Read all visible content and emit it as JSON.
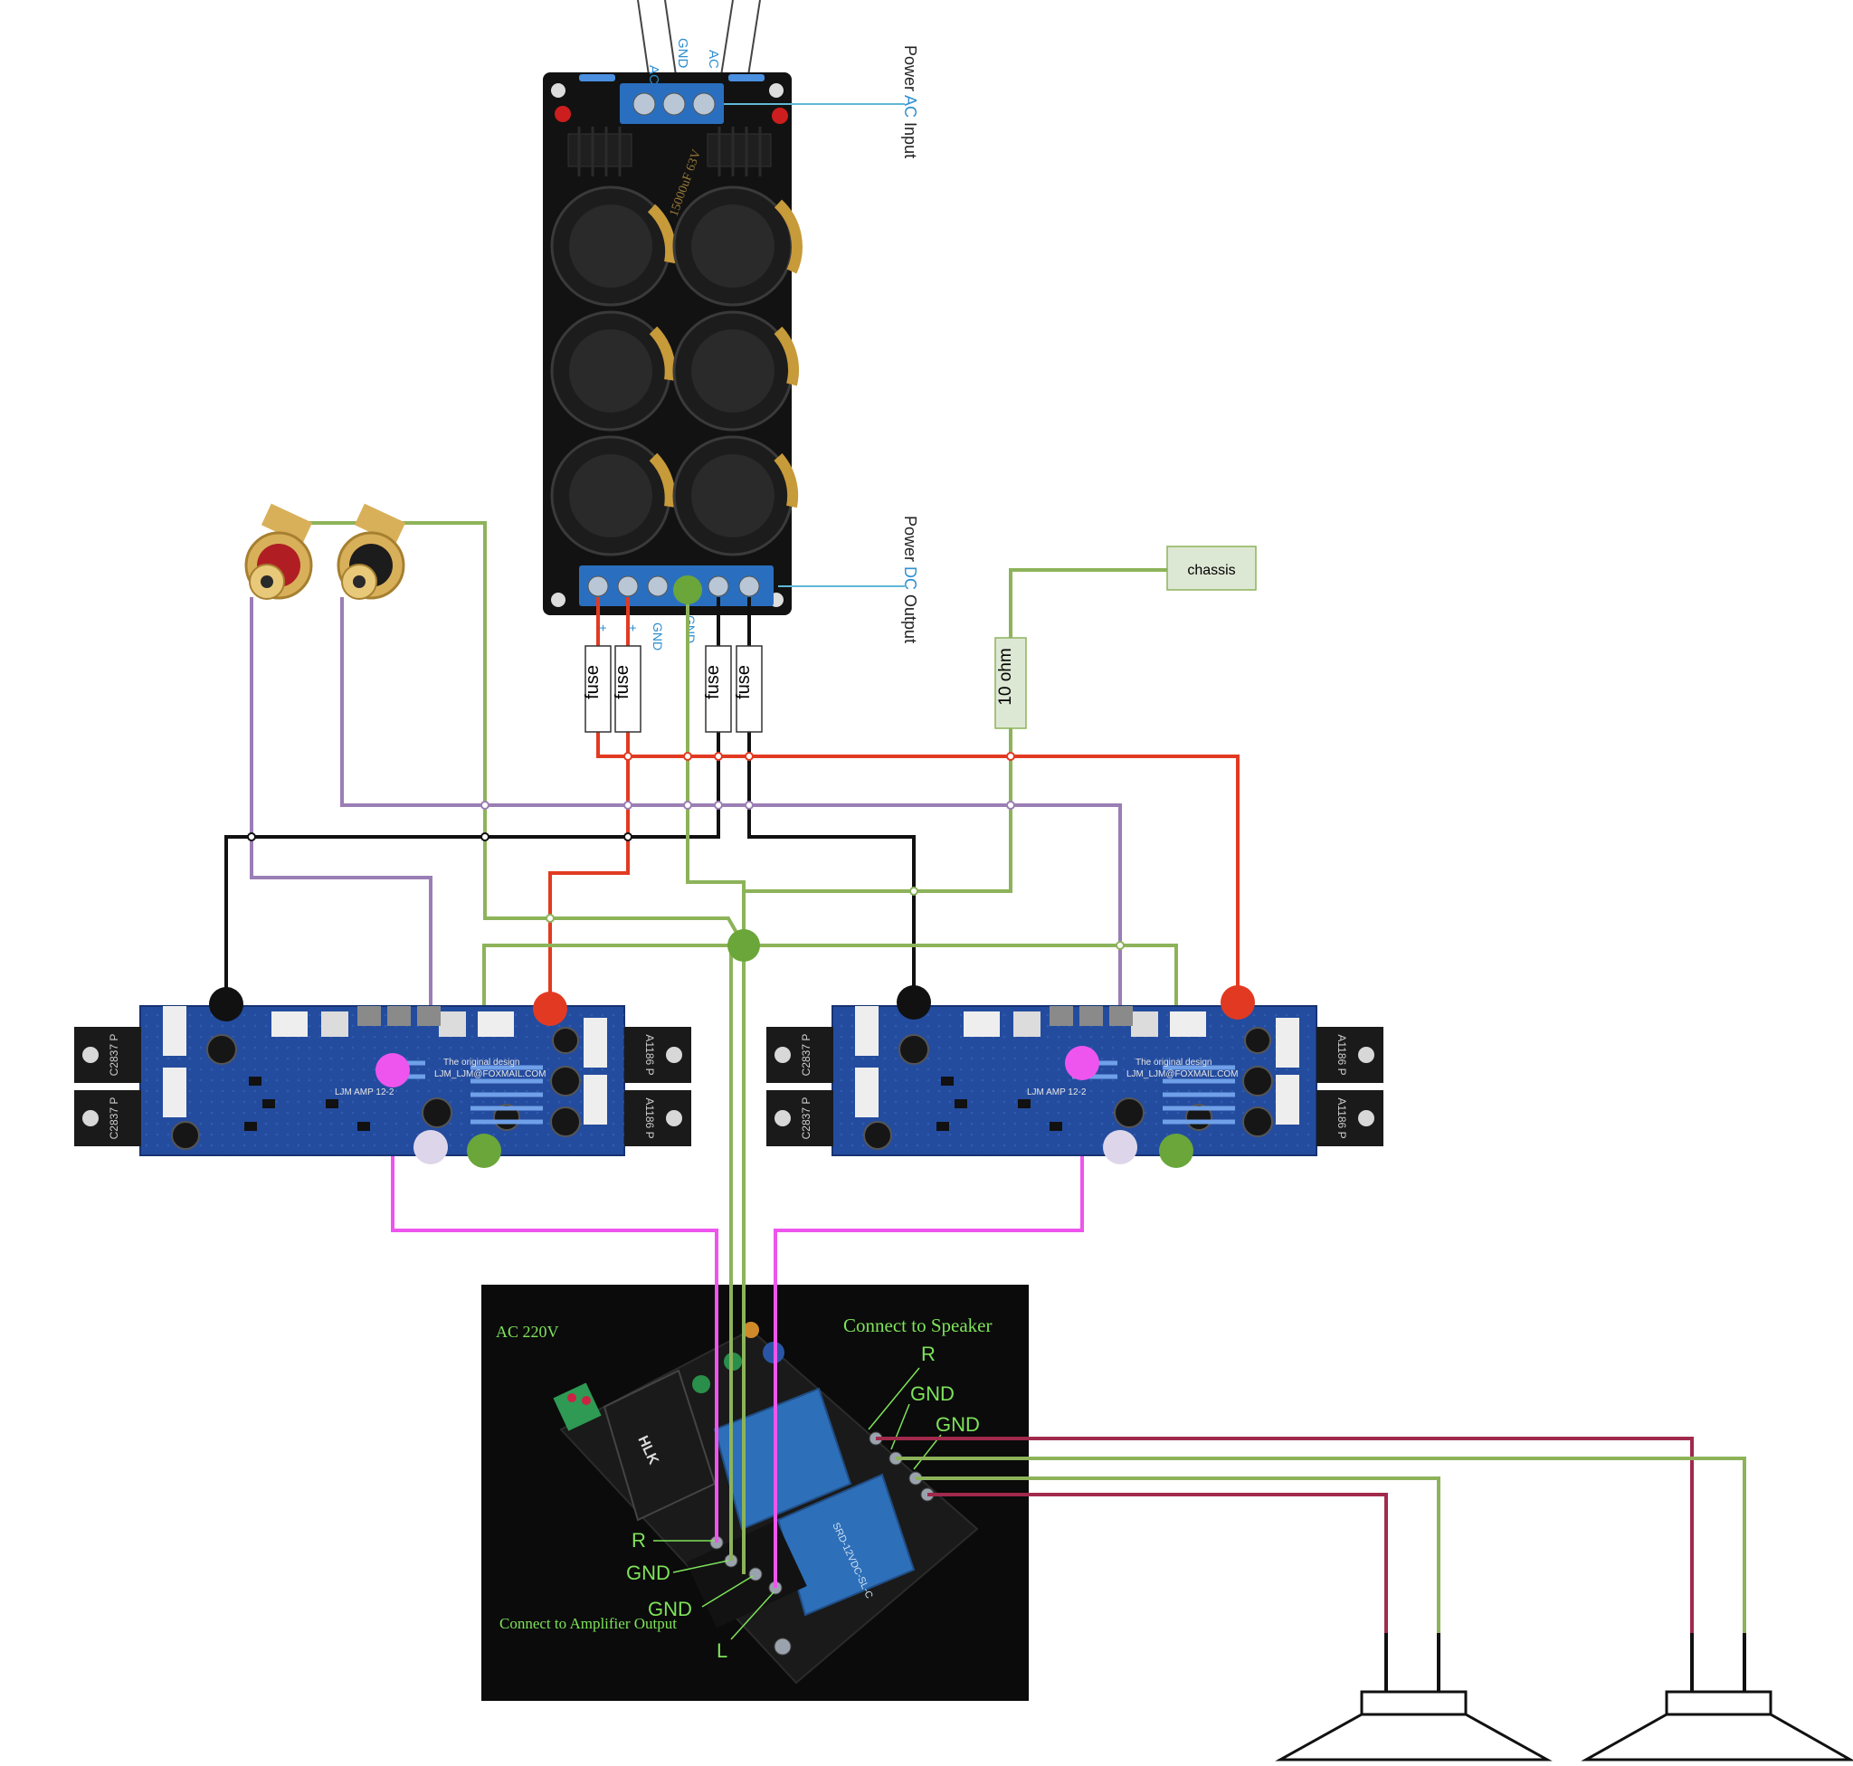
{
  "psu": {
    "terminal_labels": [
      "AC",
      "GND",
      "AC"
    ],
    "ac_label": {
      "pre": "Power ",
      "hl": "AC",
      "post": " Input"
    },
    "dc_label": {
      "pre": "Power ",
      "hl": "DC",
      "post": " Output"
    },
    "dc_pins": [
      "+",
      "+",
      "GND",
      "GND",
      "-",
      "-"
    ],
    "cap_text": "15000uF 63V"
  },
  "fuses": [
    "fuse",
    "fuse",
    "fuse",
    "fuse"
  ],
  "resistor": "10 ohm",
  "chassis": "chassis",
  "amp_board": {
    "brand": "The original design",
    "email": "LJM_LJM@FOXMAIL.COM",
    "model": "LJM AMP 12-2",
    "transistor_npn": "C2837 P",
    "transistor_pnp": "A1186 P"
  },
  "protect": {
    "ac": "AC 220V",
    "speaker_title": "Connect to Speaker",
    "speaker_r": "R",
    "speaker_gnd1": "GND",
    "speaker_gnd2": "GND",
    "amp_title": "Connect to Amplifier Output",
    "amp_r": "R",
    "amp_gnd1": "GND",
    "amp_gnd2": "GND",
    "amp_l": "L",
    "module": "HLK",
    "relay": "SRD-12VDC-SL-C"
  },
  "colors": {
    "green": "#8db35a",
    "red": "#e23a22",
    "black": "#111111",
    "purple": "#9b7eb5",
    "magenta": "#ee55ee",
    "maroon": "#a12a4c",
    "cyan": "#5fb8d6",
    "blue_label": "#2f8fd0"
  }
}
